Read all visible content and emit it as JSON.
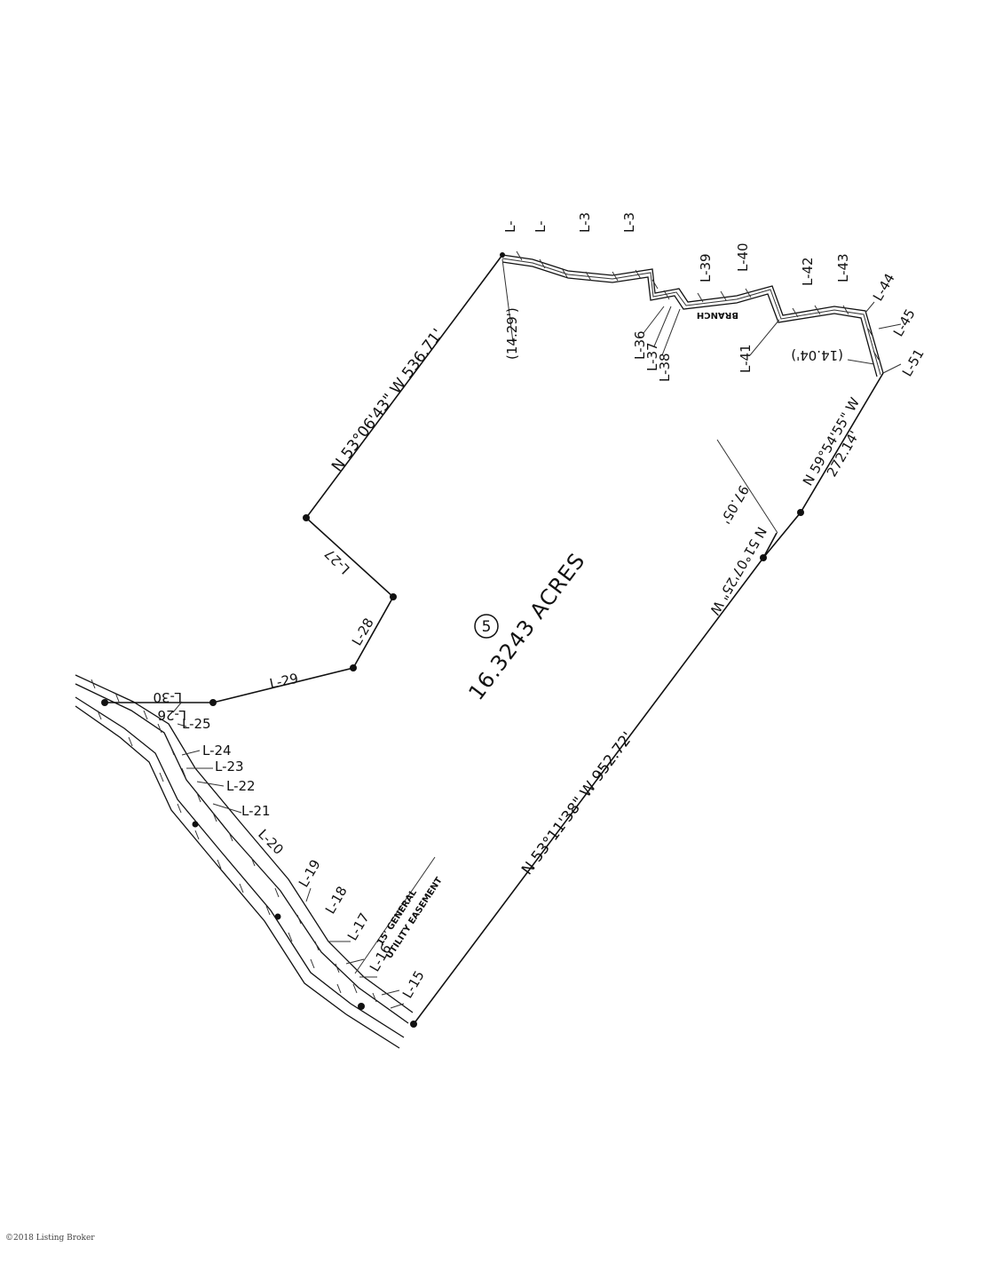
{
  "plat": {
    "lot_number": "5",
    "acreage": "16.3243 ACRES",
    "boundary_calls": {
      "north_west": "N 53°06'43\" W   536.71'",
      "south_east": "N 53°11'38\" W   952.72'",
      "east_lower": "N 59°54'55\" W",
      "east_lower_dist": "272.14'",
      "east_mid": "N 51°07'25\" W",
      "east_mid_dist": "97.05'"
    },
    "offsets": {
      "left_creek": "(14.29')",
      "right_creek": "(14.04')"
    },
    "creek_label": "BRANCH",
    "easement": {
      "line1": "15' GENERAL",
      "line2": "UTILITY EASEMENT"
    },
    "line_labels": {
      "top": [
        "L-",
        "L-",
        "L-3",
        "L-3",
        "L-39",
        "L-40",
        "L-42",
        "L-43",
        "L-44",
        "L-45",
        "L-51"
      ],
      "creek_low": [
        "L-36",
        "L-37",
        "L-38",
        "L-41"
      ],
      "west": [
        "L-27",
        "L-28",
        "L-29",
        "L-30",
        "L-26",
        "L-25",
        "L-24",
        "L-23",
        "L-22",
        "L-21",
        "L-20",
        "L-19",
        "L-18",
        "L-17",
        "L-16",
        "L-15"
      ]
    }
  },
  "footer": {
    "credit": "©2018 Listing Broker"
  }
}
